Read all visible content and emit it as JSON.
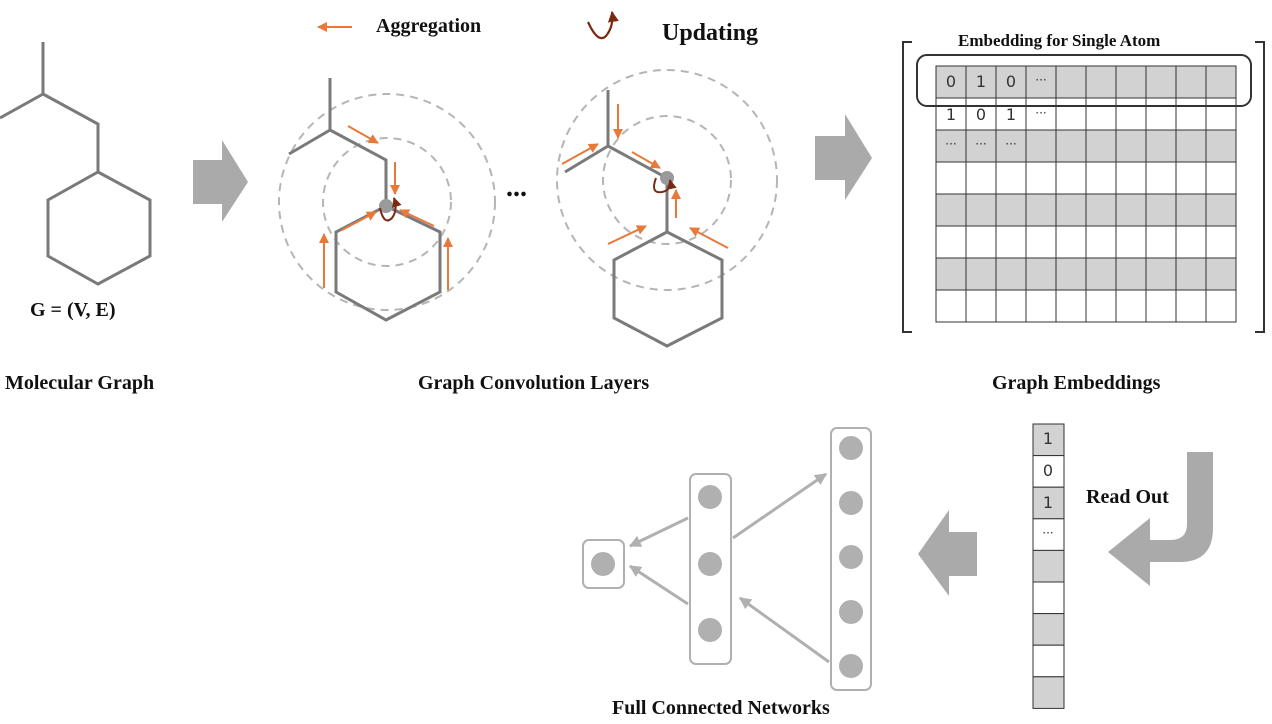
{
  "legend": {
    "aggregation": "Aggregation",
    "updating": "Updating"
  },
  "labels": {
    "graph_formula": "G = (V, E)",
    "molecular_graph": "Molecular Graph",
    "graph_conv_layers": "Graph Convolution Layers",
    "ellipsis": "...",
    "graph_embeddings": "Graph Embeddings",
    "embedding_single_atom": "Embedding for Single Atom",
    "read_out": "Read Out",
    "fcn": "Full  Connected Networks"
  },
  "matrix": {
    "row0": [
      "0",
      "1",
      "0",
      "···"
    ],
    "row1": [
      "1",
      "0",
      "1",
      "···"
    ],
    "row2": [
      "···",
      "···",
      "···"
    ]
  },
  "vector": [
    "1",
    "0",
    "1",
    "···"
  ],
  "colors": {
    "bond": "#7a7a7a",
    "aggregation_arrow": "#e8793a",
    "updating_arrow": "#7a2a12",
    "dashed_circle": "#b5b5b5",
    "big_arrow": "#aaaaaa",
    "shaded_cell": "#d2d2d2",
    "network": "#b0b0b0"
  }
}
